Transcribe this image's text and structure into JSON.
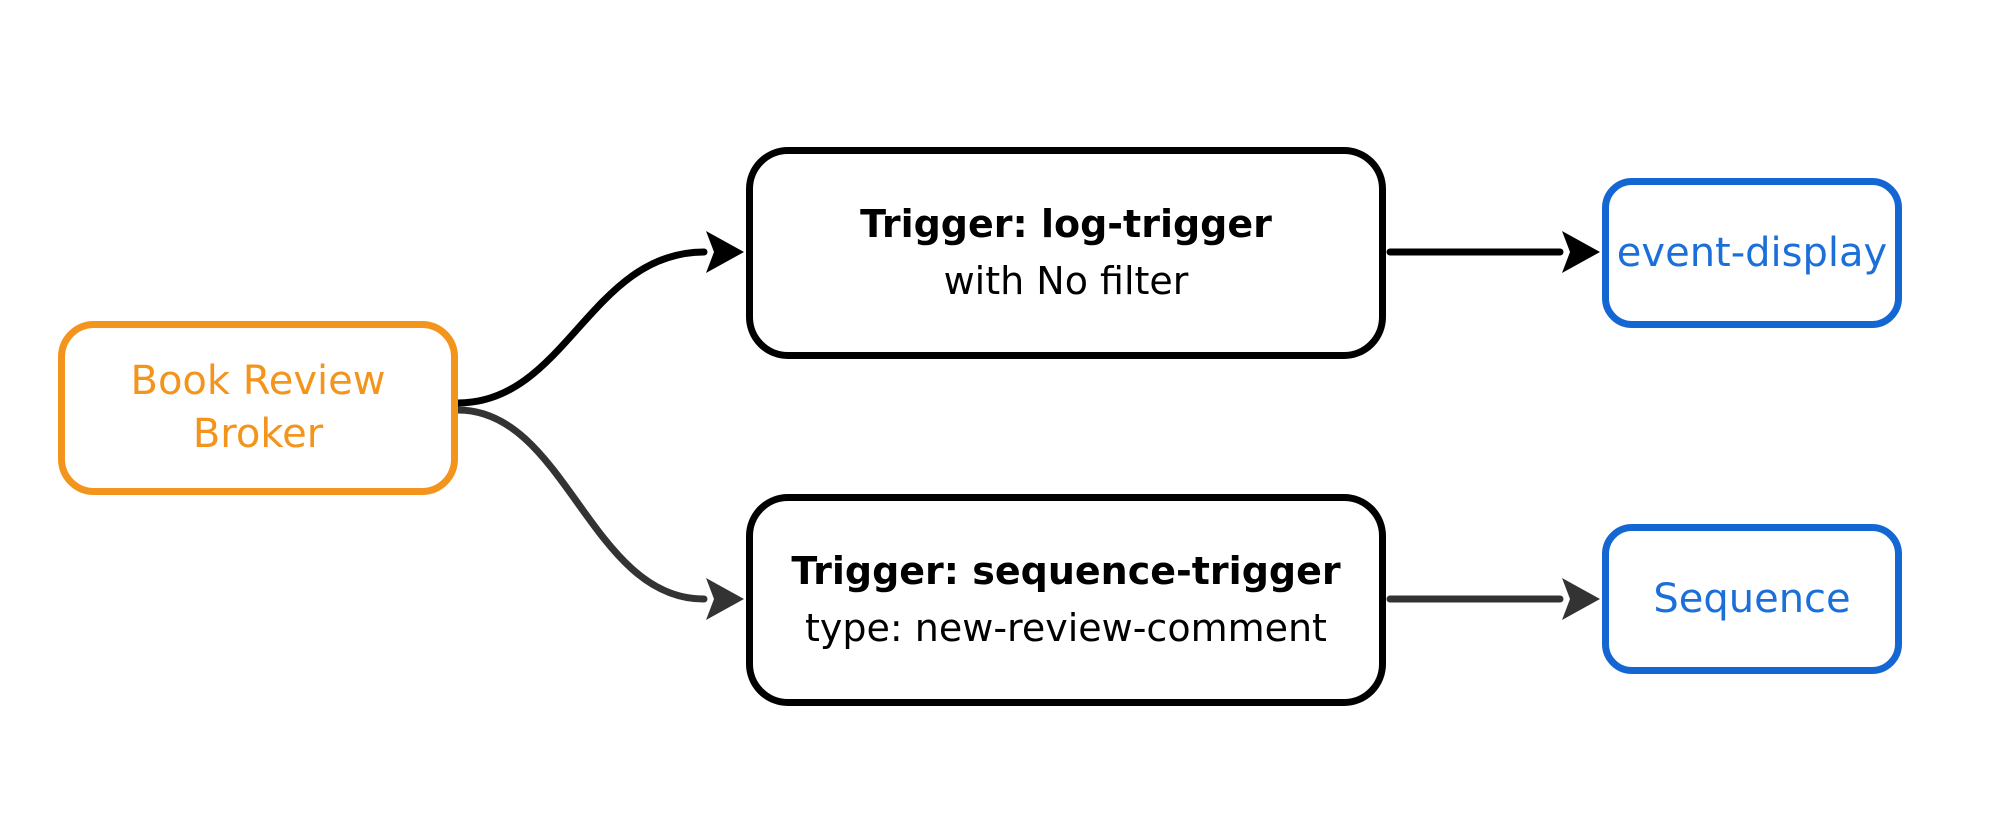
{
  "colors": {
    "background": "#ffffff",
    "broker": "#f3941d",
    "trigger-border": "#000000",
    "trigger-text": "#000000",
    "target-border": "#1467d2",
    "target-text": "#1b6fd8",
    "edge-top": "#000000",
    "edge-bottom": "#333333"
  },
  "nodes": {
    "broker": {
      "line1": "Book Review",
      "line2": "Broker"
    },
    "log_trigger": {
      "title": "Trigger: log-trigger",
      "subtitle": "with No filter"
    },
    "sequence_trigger": {
      "title": "Trigger: sequence-trigger",
      "subtitle": "type: new-review-comment"
    },
    "event_display": {
      "label": "event-display"
    },
    "sequence": {
      "label": "Sequence"
    }
  },
  "edges": [
    {
      "from": "Book Review Broker",
      "to": "Trigger: log-trigger"
    },
    {
      "from": "Book Review Broker",
      "to": "Trigger: sequence-trigger"
    },
    {
      "from": "Trigger: log-trigger",
      "to": "event-display"
    },
    {
      "from": "Trigger: sequence-trigger",
      "to": "Sequence"
    }
  ]
}
